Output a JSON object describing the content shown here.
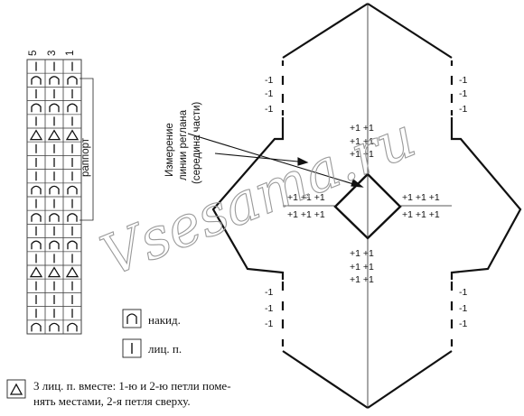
{
  "chart_columns": [
    "5",
    "3",
    "1"
  ],
  "chart_rows": [
    [
      "bar",
      "bar",
      "bar"
    ],
    [
      "arc",
      "arc",
      "arc"
    ],
    [
      "bar",
      "bar",
      "bar"
    ],
    [
      "arc",
      "arc",
      "arc"
    ],
    [
      "bar",
      "bar",
      "bar"
    ],
    [
      "tri",
      "tri",
      "tri"
    ],
    [
      "bar",
      "bar",
      "bar"
    ],
    [
      "bar",
      "bar",
      "bar"
    ],
    [
      "bar",
      "bar",
      "bar"
    ],
    [
      "arc",
      "arc",
      "arc"
    ],
    [
      "bar",
      "bar",
      "bar"
    ],
    [
      "arc",
      "arc",
      "arc"
    ],
    [
      "bar",
      "bar",
      "bar"
    ],
    [
      "arc",
      "arc",
      "arc"
    ],
    [
      "bar",
      "bar",
      "bar"
    ],
    [
      "tri",
      "tri",
      "tri"
    ],
    [
      "bar",
      "bar",
      "bar"
    ],
    [
      "bar",
      "bar",
      "bar"
    ],
    [
      "bar",
      "bar",
      "bar"
    ],
    [
      "arc",
      "arc",
      "arc"
    ]
  ],
  "rapport_label": "раппорт",
  "legend": {
    "yarn_over": "накид.",
    "knit": "лиц. п.",
    "k3tog_line1": "3 лиц. п. вместе: 1-ю и  2-ю петли поме-",
    "k3tog_line2": "нять местами, 2-я петля сверху."
  },
  "measure_label_line1": "Измерение",
  "measure_label_line2": "линии реглана",
  "measure_label_line3": "(середина части)",
  "watermark": "Vsesama.ru",
  "dec_label": "-1",
  "inc_label": "+1",
  "inc_row3": "+1 +1 +1",
  "inc_col2": "+1 +1"
}
